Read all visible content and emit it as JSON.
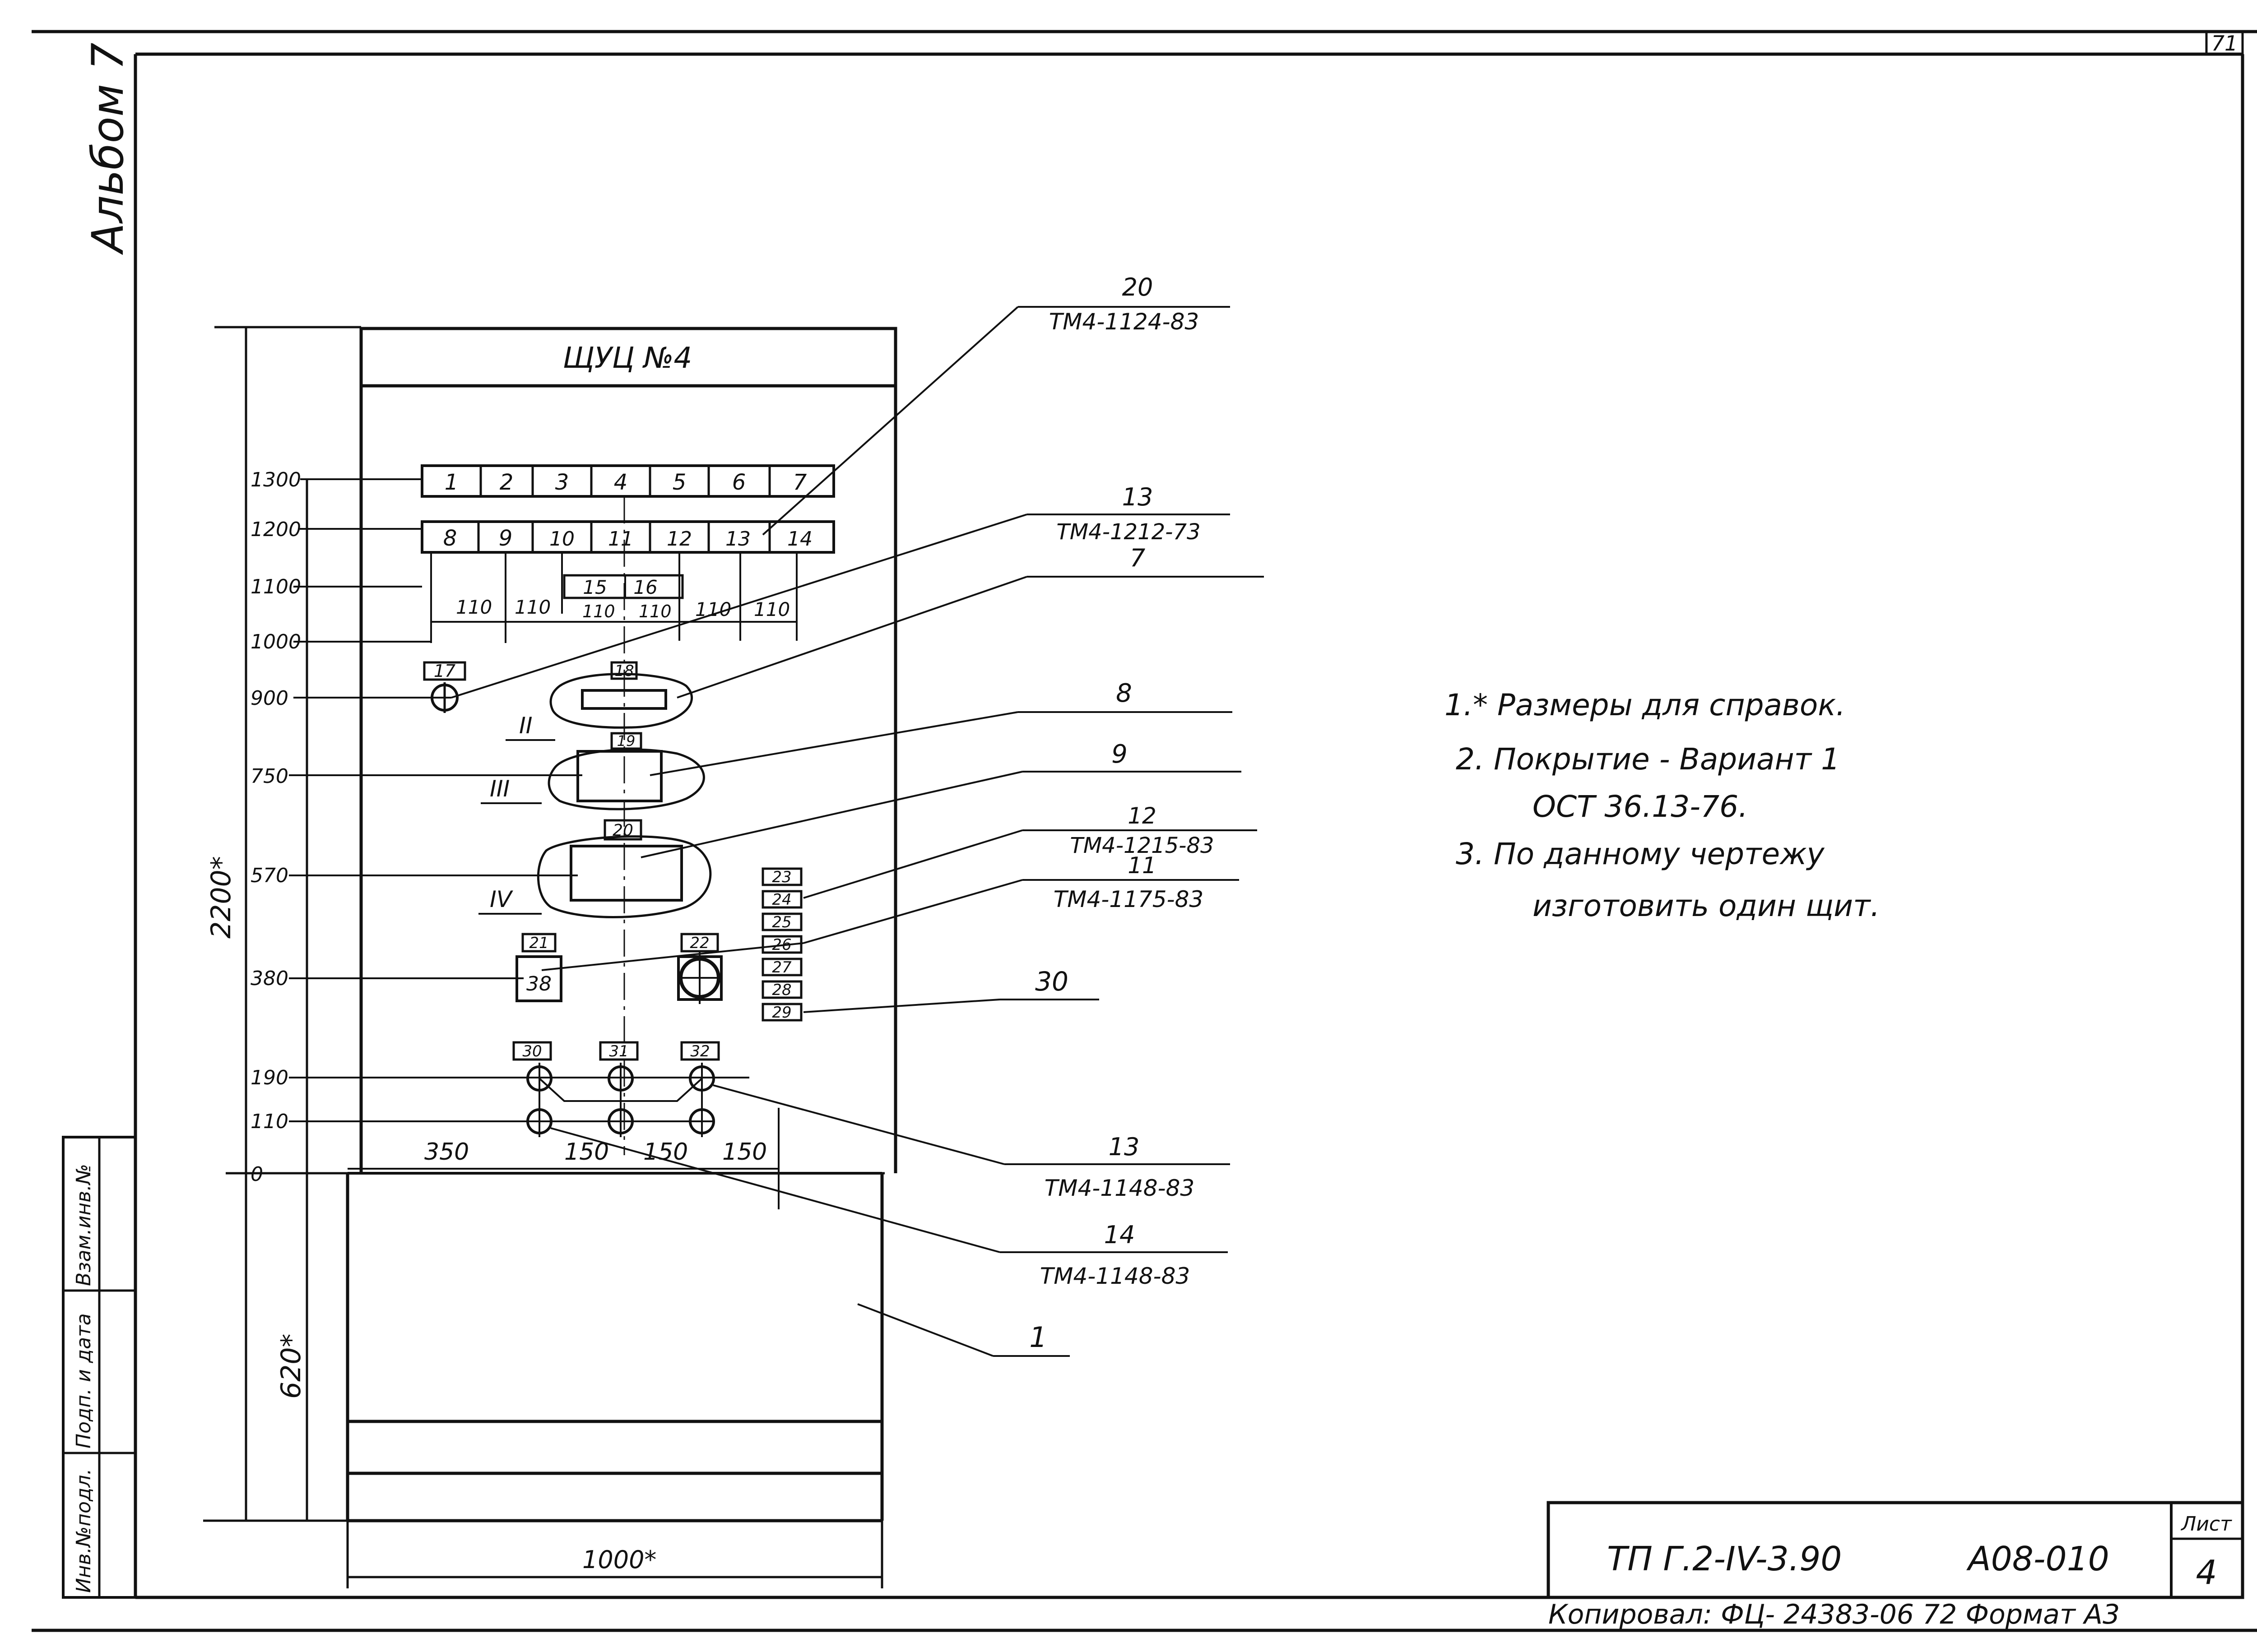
{
  "sheet": {
    "page_number": "71",
    "album": "Альбом 7",
    "panel_title": "ЩУЦ №4",
    "notes": [
      "1.* Размеры для справок.",
      "2. Покрытие - Вариант 1",
      "ОСТ 36.13-76.",
      "3. По данному чертежу",
      "изготовить один щит."
    ],
    "stamp": {
      "doc_code": "ТП Г.2-IV-3.90",
      "drawing_code": "А08-010",
      "sheet_label": "Лист",
      "sheet_number": "4",
      "copy_line": "Копировал: ФЦ- 24383-06  72  Формат А3"
    },
    "side_strip": [
      "Инв.№подл.",
      "Подп. и дата",
      "Взам.инв.№"
    ]
  },
  "dimensions": {
    "height_levels": [
      "1300",
      "1200",
      "1100",
      "1000",
      "900",
      "750",
      "570",
      "380",
      "190",
      "110",
      "0"
    ],
    "total_height": "2200*",
    "base_height": "620*",
    "width": "1000*",
    "horizontal_bottom": [
      "350",
      "150",
      "150",
      "150"
    ],
    "spacing_110": [
      "110",
      "110",
      "110",
      "110",
      "110",
      "110"
    ]
  },
  "devices": {
    "row1": [
      "1",
      "2",
      "3",
      "4",
      "5",
      "6",
      "7"
    ],
    "row2": [
      "8",
      "9",
      "10",
      "11",
      "12",
      "13",
      "14"
    ],
    "pair": [
      "15",
      "16"
    ],
    "tags": [
      "17",
      "18",
      "19",
      "20",
      "21",
      "22",
      "30",
      "31",
      "32",
      "38"
    ],
    "terminal_column": [
      "23",
      "24",
      "25",
      "26",
      "27",
      "28",
      "29"
    ],
    "zones": [
      "II",
      "III",
      "IV"
    ]
  },
  "callouts": [
    {
      "pos": "20",
      "doc": "ТМ4-1124-83"
    },
    {
      "pos": "13",
      "doc": "ТМ4-1212-73"
    },
    {
      "pos": "7",
      "doc": ""
    },
    {
      "pos": "8",
      "doc": ""
    },
    {
      "pos": "9",
      "doc": ""
    },
    {
      "pos": "12",
      "doc": "ТМ4-1215-83"
    },
    {
      "pos": "11",
      "doc": "ТМ4-1175-83"
    },
    {
      "pos": "30",
      "doc": ""
    },
    {
      "pos": "13",
      "doc": "ТМ4-1148-83"
    },
    {
      "pos": "14",
      "doc": "ТМ4-1148-83"
    },
    {
      "pos": "1",
      "doc": ""
    }
  ]
}
